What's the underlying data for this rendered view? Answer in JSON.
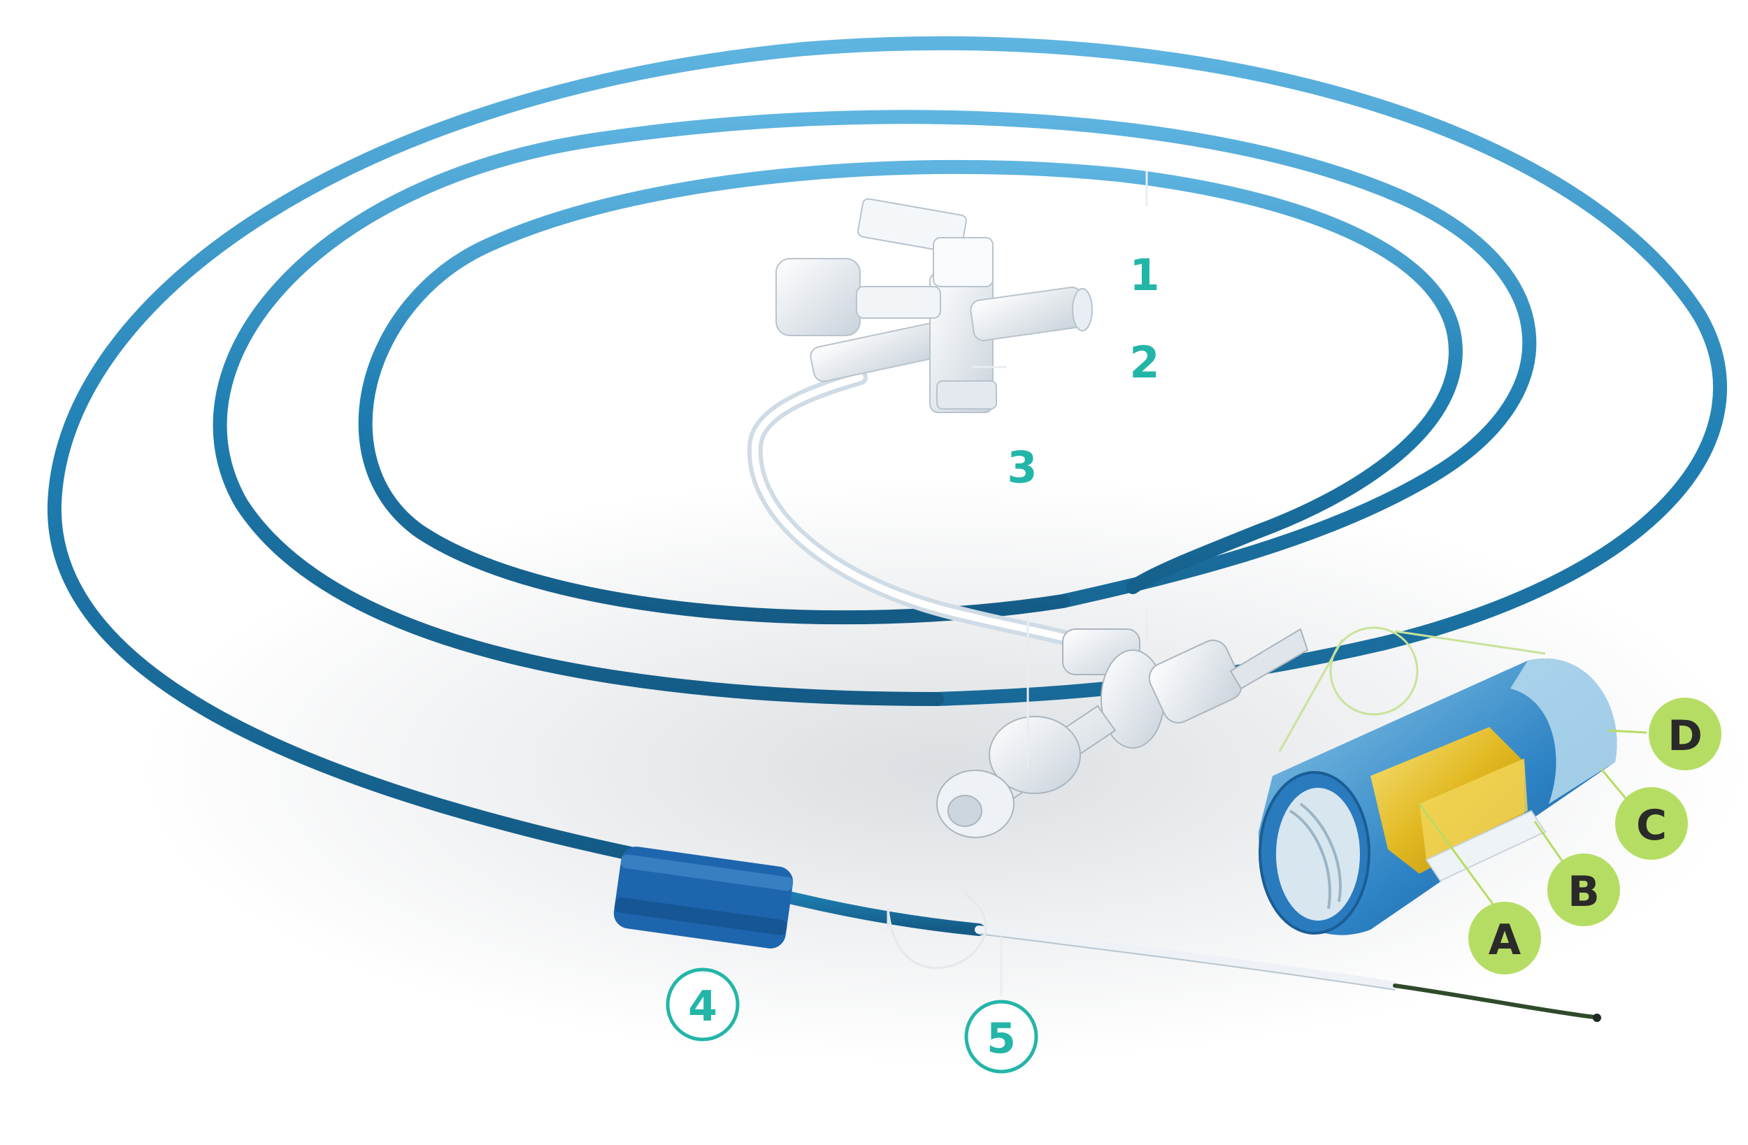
{
  "callouts": {
    "numbers": [
      {
        "id": "1",
        "label": "1",
        "style": "plain"
      },
      {
        "id": "2",
        "label": "2",
        "style": "plain"
      },
      {
        "id": "3",
        "label": "3",
        "style": "plain"
      },
      {
        "id": "4",
        "label": "4",
        "style": "circled"
      },
      {
        "id": "5",
        "label": "5",
        "style": "circled"
      }
    ],
    "layers": [
      {
        "id": "A",
        "label": "A"
      },
      {
        "id": "B",
        "label": "B"
      },
      {
        "id": "C",
        "label": "C"
      },
      {
        "id": "D",
        "label": "D"
      }
    ]
  },
  "colors": {
    "tube_blue": "#1f7fb3",
    "tube_dark": "#145b86",
    "callout_teal": "#23b5a8",
    "layer_badge": "#b6dd63",
    "layer_text": "#2a2a2a",
    "gold_core": "#e7c530",
    "hub_white": "#eef2f6",
    "sheath_blue": "#2c82c4"
  },
  "icons": {
    "stopcock": "three-way-stopcock-icon",
    "hub": "sheath-hub-icon",
    "cross_section": "tube-cross-section-icon"
  }
}
